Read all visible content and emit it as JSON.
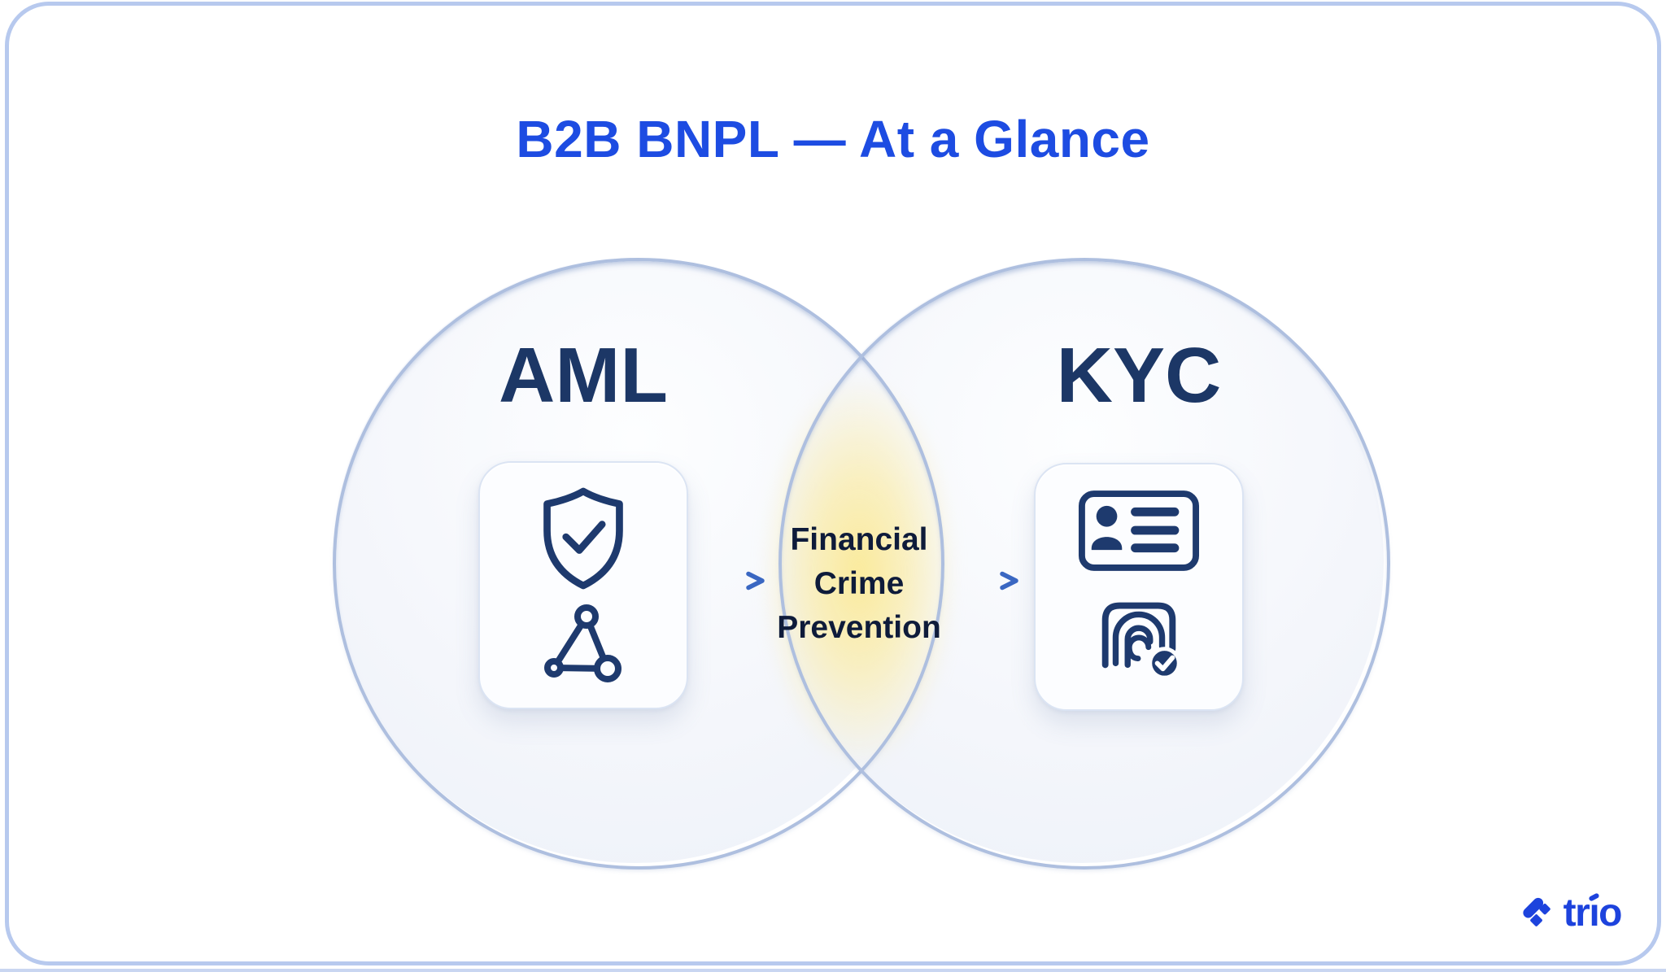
{
  "title": "B2B BNPL — At a Glance",
  "venn": {
    "left_circle": {
      "label": "AML",
      "icons": [
        "shield-check-icon",
        "network-nodes-icon"
      ]
    },
    "right_circle": {
      "label": "KYC",
      "icons": [
        "id-card-icon",
        "fingerprint-check-icon"
      ]
    },
    "overlap": {
      "label": "Financial\nCrime\nPrevention"
    }
  },
  "arrows": {
    "count": 2,
    "direction": "right"
  },
  "brand": {
    "name": "trio",
    "wordmark_prefix": "tr",
    "wordmark_i": "ı",
    "wordmark_suffix": "o"
  },
  "colors": {
    "title_blue": "#1d4ce2",
    "label_navy": "#1c3766",
    "icon_navy": "#1e3a6e",
    "overlap_text_navy": "#0e1b3a",
    "overlap_glow_yellow": "#f9ec9f",
    "circle_border": "#aebfdf",
    "card_border": "#dbe4f3",
    "frame_border": "#b7c9ee",
    "arrow_blue": "#3a67c2",
    "brand_blue": "#1d43dd"
  }
}
